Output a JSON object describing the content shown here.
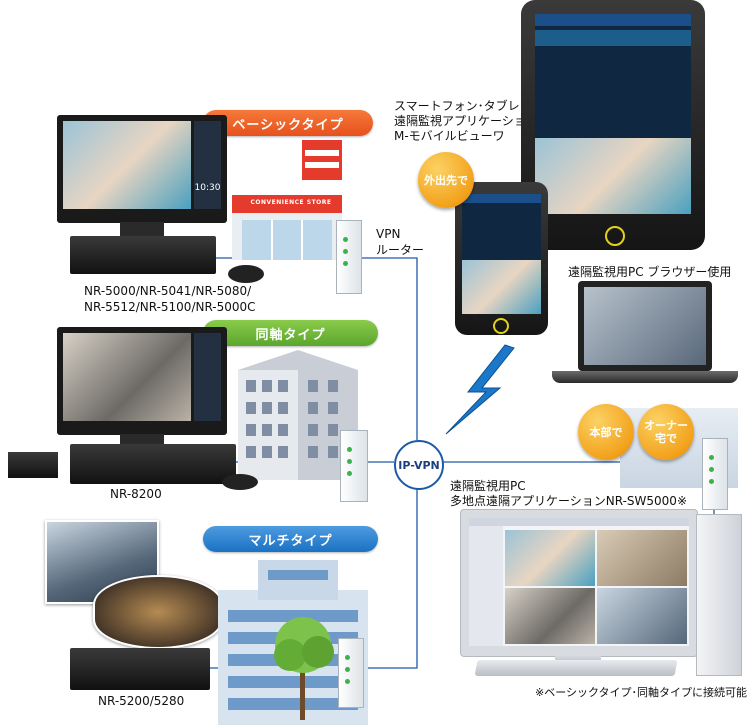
{
  "labels": {
    "basic_type": "ベーシックタイプ",
    "coax_type": "同軸タイプ",
    "multi_type": "マルチタイプ",
    "basic_models_line1": "NR-5000/NR-5041/NR-5080/",
    "basic_models_line2": "NR-5512/NR-5100/NR-5000C",
    "coax_model": "NR-8200",
    "multi_model": "NR-5200/5280",
    "vpn_router_line1": "VPN",
    "vpn_router_line2": "ルーター",
    "ip_vpn": "IP-VPN",
    "mobile_app_line1": "スマートフォン･タブレット用",
    "mobile_app_line2": "遠隔監視アプリケーション",
    "mobile_app_line3": "M-モバイルビューワ",
    "outside": "外出先で",
    "browser_pc": "遠隔監視用PC ブラウザー使用",
    "hq": "本部で",
    "owner_line1": "オーナー",
    "owner_line2": "宅で",
    "sw_pc_line1": "遠隔監視用PC",
    "sw_pc_line2": "多地点遠隔アプリケーションNR-SW5000※",
    "footnote": "※ベーシックタイプ･同軸タイプに接続可能",
    "clock": "10:30",
    "store_sign": "CONVENIENCE STORE"
  },
  "colors": {
    "basic_pill": "#e8501c",
    "coax_pill": "#5aa62c",
    "multi_pill": "#1a72c4",
    "network_line": "#1c5aa8",
    "bubble": "#f3a21c"
  },
  "icons": [
    "lightning-bolt-icon",
    "vpn-router-icon",
    "monitor-icon",
    "tablet-icon",
    "smartphone-icon",
    "laptop-icon",
    "desktop-pc-icon",
    "recorder-icon",
    "mouse-icon",
    "tree-icon",
    "building-icon"
  ]
}
